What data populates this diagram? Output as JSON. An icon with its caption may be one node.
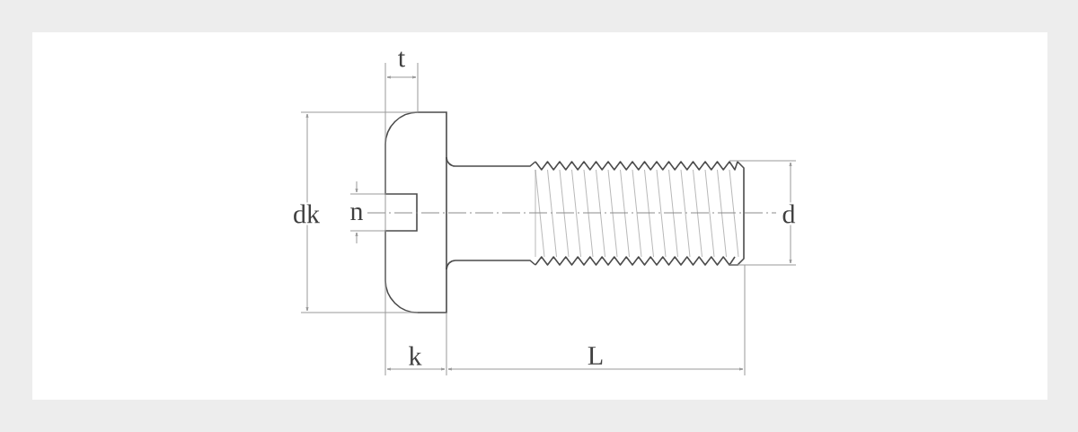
{
  "diagram": {
    "labels": [
      "t",
      "dk",
      "n",
      "d",
      "k",
      "L"
    ]
  }
}
